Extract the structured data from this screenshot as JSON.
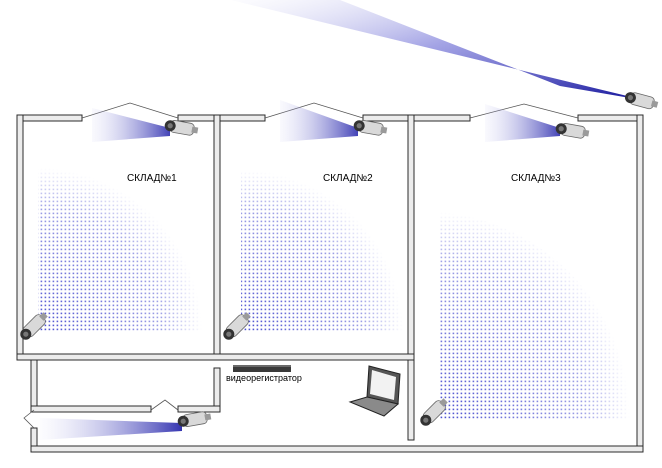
{
  "rooms": [
    {
      "label": "СКЛАД№1"
    },
    {
      "label": "СКЛАД№2"
    },
    {
      "label": "СКЛАД№3"
    }
  ],
  "devices": {
    "recorder_label": "видеорегистратор"
  },
  "colors": {
    "wall_fill": "#ececec",
    "wall_stroke": "#2b2b2b",
    "cone": "#2222aa",
    "dot": "#4a4fd0",
    "camera_body": "#d9d9d9",
    "camera_lens": "#333333",
    "recorder": "#3a3a3a",
    "laptop": "#555555"
  },
  "icons": [
    "camera-icon",
    "dvr-icon",
    "laptop-icon"
  ]
}
